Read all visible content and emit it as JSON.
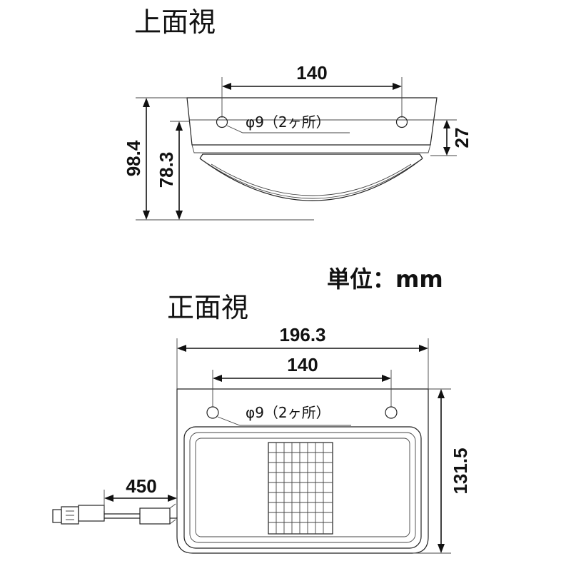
{
  "views": {
    "top_title": "上面視",
    "front_title": "正面視"
  },
  "unit_label": "単位：mm",
  "top_view": {
    "dim_width": "140",
    "dim_height_total": "98.4",
    "dim_height_body": "78.3",
    "dim_hole_offset": "27",
    "hole_note": "φ9（2ヶ所）"
  },
  "front_view": {
    "dim_width_total": "196.3",
    "dim_width_holes": "140",
    "dim_height": "131.5",
    "dim_cable": "450",
    "hole_note": "φ9（2ヶ所）"
  }
}
